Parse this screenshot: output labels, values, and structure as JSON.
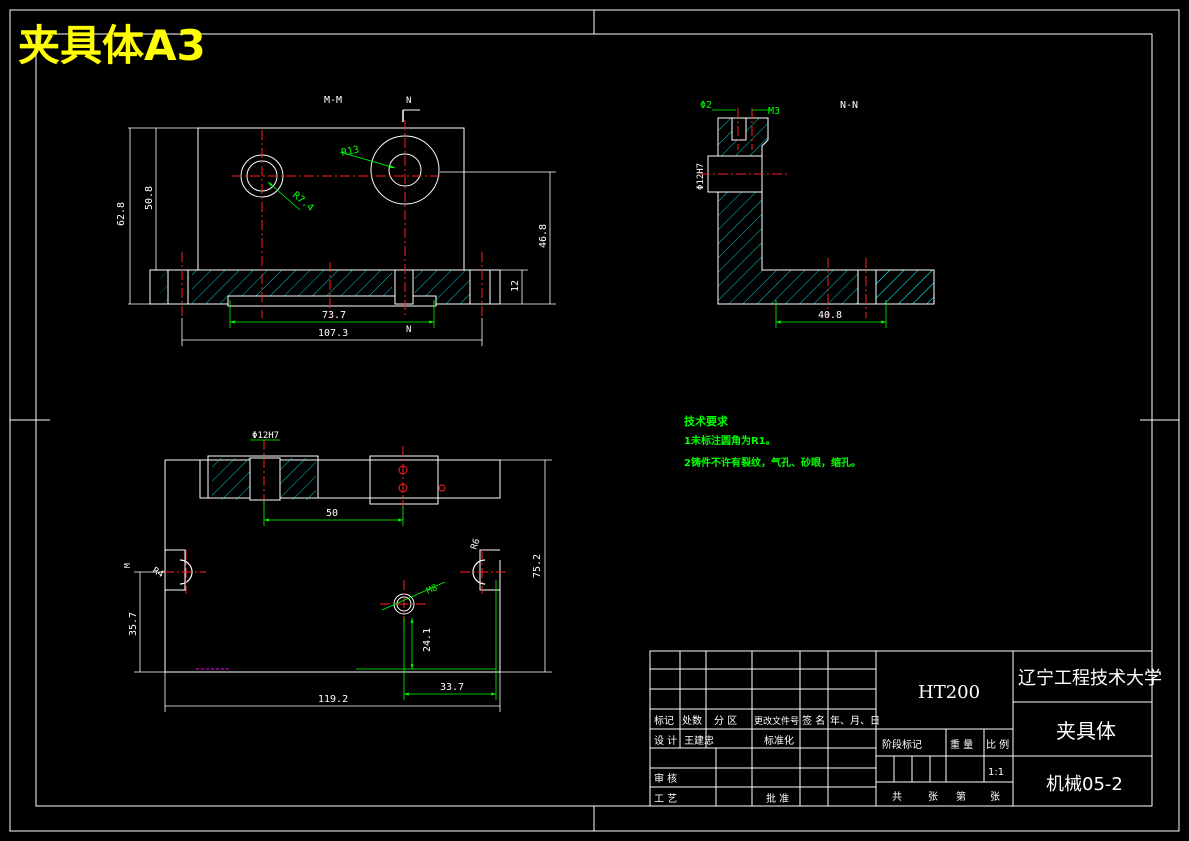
{
  "banner": {
    "title": "夹具体A3"
  },
  "colors": {
    "background": "#000000",
    "outline": "#ffffff",
    "centerline": "#ff2020",
    "dimension": "#00ff00",
    "hatch": "#00ffff",
    "banner": "#ffff00",
    "annotation": "#00ff00",
    "magenta": "#ff00ff"
  },
  "views": {
    "front": {
      "section_label": "M-M",
      "cut_label_top": "N",
      "cut_label_bottom": "N",
      "dims": {
        "total_height": "62.8",
        "inner_height": "50.8",
        "radius": "R13",
        "hole_radius": "R7.4",
        "right_height": "46.8",
        "base_height": "12",
        "hole_spacing": "73.7",
        "overall_width": "107.3"
      }
    },
    "side": {
      "section_label": "N-N",
      "dims": {
        "top_left": "Φ2",
        "top_right": "M3",
        "bore": "Φ12H7",
        "base_width": "40.8"
      }
    },
    "plan": {
      "dims": {
        "bore": "Φ12H7",
        "spacing": "50",
        "left_radius": "R4",
        "right_radius": "R6",
        "thread": "M8",
        "left_offset": "35.7",
        "height": "75.2",
        "thread_offset": "24.1",
        "thread_x": "33.7",
        "overall_width": "119.2"
      },
      "cut_label": "M"
    }
  },
  "notes": {
    "heading": "技术要求",
    "items": [
      "1未标注圆角为R1。",
      "2铸件不许有裂纹，气孔、砂眼，缩孔。"
    ]
  },
  "title_block": {
    "material": "HT200",
    "school": "辽宁工程技术大学",
    "part_name": "夹具体",
    "drawing_no": "机械05-2",
    "row_marks": [
      "标记",
      "处数",
      "分 区",
      "更改文件号",
      "签 名",
      "年、月、日"
    ],
    "design_label": "设 计",
    "designer": "王建忠",
    "standardize": "标准化",
    "stage_label": "阶段标记",
    "weight_label": "重 量",
    "scale_label": "比 例",
    "scale": "1:1",
    "review": "审 核",
    "process": "工 艺",
    "approve": "批 准",
    "sheet_left": "共",
    "sheet_mid": "张",
    "sheet_right": "第",
    "sheet_end": "张"
  }
}
